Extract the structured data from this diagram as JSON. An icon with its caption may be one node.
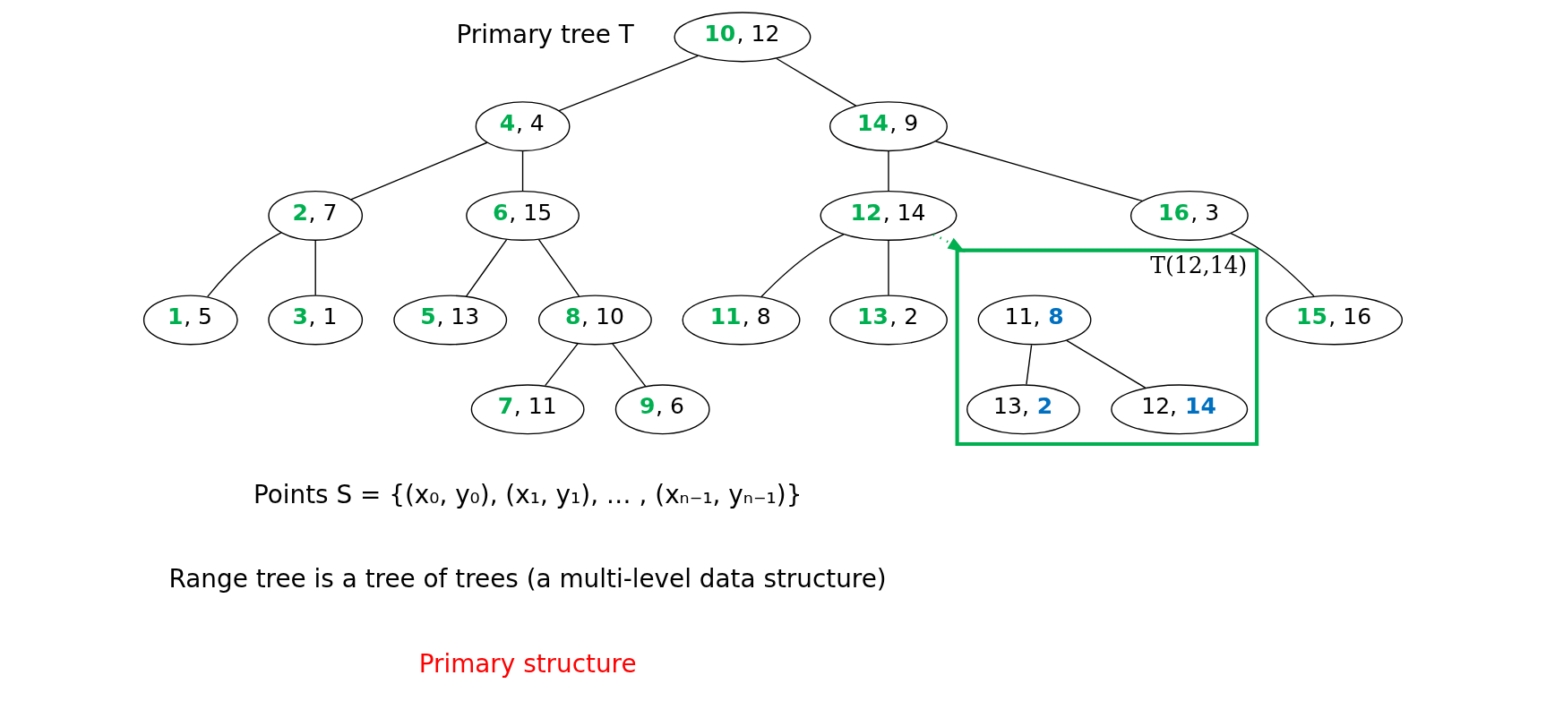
{
  "diagram": {
    "nodes": [
      {
        "text": [
          "10, 12"
        ]
      },
      {
        "text": [
          "4, 4"
        ]
      },
      {
        "text": [
          "14, 9"
        ]
      },
      {
        "text": [
          "2, 7"
        ]
      },
      {
        "text": [
          "6, 15"
        ]
      },
      {
        "text": [
          "12, 14"
        ]
      },
      {
        "text": [
          "16, 3"
        ]
      },
      {
        "text": [
          "1, 5"
        ]
      },
      {
        "text": [
          "3, 1"
        ]
      },
      {
        "text": [
          "5, 13"
        ]
      },
      {
        "text": [
          "8, 10"
        ]
      },
      {
        "text": [
          "11, 8"
        ]
      },
      {
        "text": [
          "13, 2"
        ]
      },
      {
        "text": [
          "15, 16"
        ]
      },
      {
        "text": [
          "7, 11"
        ]
      },
      {
        "text": [
          "9, 6"
        ]
      },
      {
        "text": [],
        "shape": "triangle",
        "beside": [
          "T(12,14)"
        ]
      },
      {
        "text": [
          "11, 8"
        ],
        "in": 16
      },
      {
        "text": [
          "13, 2"
        ],
        "in": 16
      },
      {
        "text": [
          "12, 14"
        ],
        "in": 16
      }
    ],
    "edges": [
      {
        "from": 0,
        "to": 1,
        "arrow": "none"
      },
      {
        "from": 0,
        "to": 2,
        "arrow": "none"
      },
      {
        "from": 1,
        "to": 3,
        "arrow": "none"
      },
      {
        "from": 1,
        "to": 4,
        "arrow": "none"
      },
      {
        "from": 2,
        "to": 5,
        "arrow": "none"
      },
      {
        "from": 2,
        "to": 6,
        "arrow": "none"
      },
      {
        "from": 3,
        "to": 7,
        "arrow": "none"
      },
      {
        "from": 3,
        "to": 8,
        "arrow": "none"
      },
      {
        "from": 4,
        "to": 9,
        "arrow": "none"
      },
      {
        "from": 4,
        "to": 10,
        "arrow": "none"
      },
      {
        "from": 5,
        "to": 11,
        "arrow": "none"
      },
      {
        "from": 5,
        "to": 12,
        "arrow": "none"
      },
      {
        "from": 6,
        "to": 13,
        "arrow": "none"
      },
      {
        "from": 10,
        "to": 14,
        "arrow": "none"
      },
      {
        "from": 10,
        "to": 15,
        "arrow": "none"
      },
      {
        "from": 5,
        "to": 16,
        "arrow": "to",
        "style": "dashed",
        "color": "#00b050"
      },
      {
        "from": 17,
        "to": 18,
        "arrow": "none"
      },
      {
        "from": 17,
        "to": 19,
        "arrow": "none"
      }
    ],
    "labels": [
      "Primary tree T",
      "Points S = {(x₀, y₀), (x₁, y₁), … , (xₙ₋₁, yₙ₋₁)}",
      "Range tree is a tree of trees (a multi-level data structure)",
      "Primary structure"
    ]
  }
}
